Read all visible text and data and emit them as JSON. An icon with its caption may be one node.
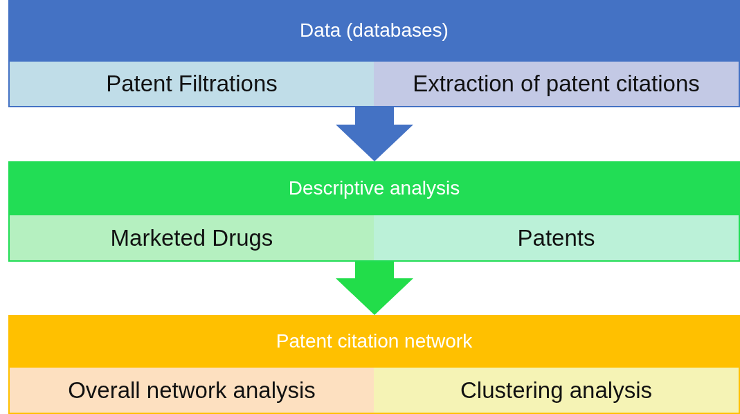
{
  "diagram": {
    "nodes": [
      {
        "text": [
          "Data (databases)"
        ]
      },
      {
        "text": [
          "Patent Filtrations"
        ],
        "in": 0
      },
      {
        "text": [
          "Extraction of patent citations"
        ],
        "in": 0
      },
      {
        "text": [
          "Descriptive analysis"
        ]
      },
      {
        "text": [
          "Marketed Drugs"
        ],
        "in": 3
      },
      {
        "text": [
          "Patents"
        ],
        "in": 3
      },
      {
        "text": [
          "Patent citation network"
        ]
      },
      {
        "text": [
          "Overall network analysis"
        ],
        "in": 6
      },
      {
        "text": [
          "Clustering analysis"
        ],
        "in": 6
      }
    ],
    "edges": [
      {
        "from": 0,
        "to": 3,
        "arrow": "to",
        "color": "#4472c4"
      },
      {
        "from": 3,
        "to": 6,
        "arrow": "to",
        "color": "#22dd4a"
      }
    ]
  }
}
